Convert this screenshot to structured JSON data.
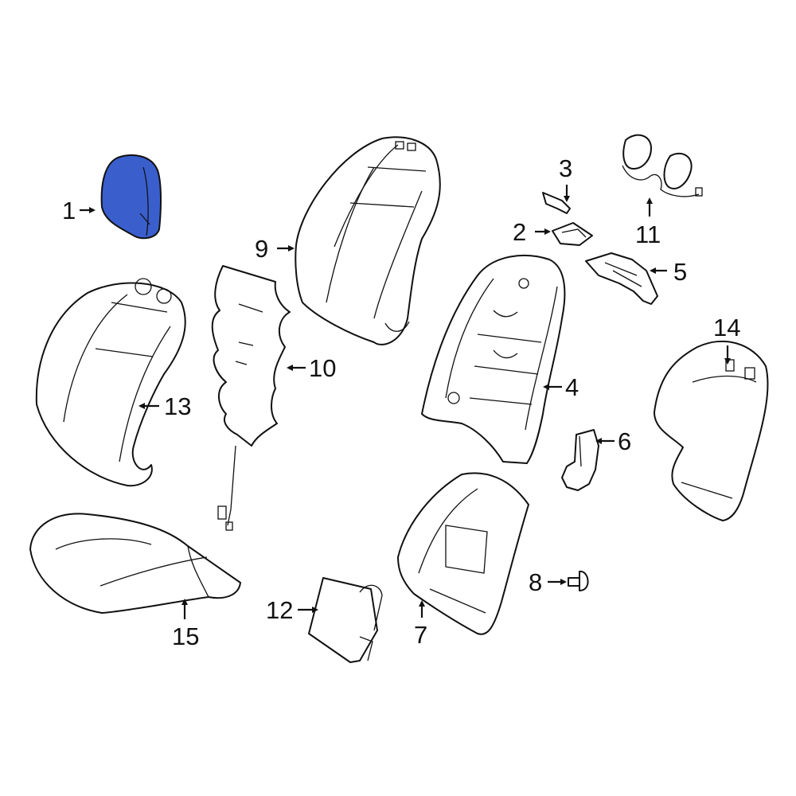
{
  "highlight_color": "#3a5fcd",
  "callouts": {
    "c1": "1",
    "c2": "2",
    "c3": "3",
    "c4": "4",
    "c5": "5",
    "c6": "6",
    "c7": "7",
    "c8": "8",
    "c9": "9",
    "c10": "10",
    "c11": "11",
    "c12": "12",
    "c13": "13",
    "c14": "14",
    "c15": "15"
  }
}
